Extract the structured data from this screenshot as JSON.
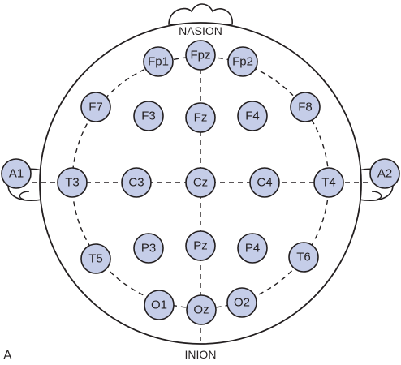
{
  "panel_label": "A",
  "landmarks": {
    "top": "NASION",
    "bottom": "INION"
  },
  "colors": {
    "electrode_fill": "#c5cde8",
    "outline": "#231f20"
  },
  "electrodes": [
    {
      "key": "fp1",
      "label": "Fp1"
    },
    {
      "key": "fpz",
      "label": "Fpz"
    },
    {
      "key": "fp2",
      "label": "Fp2"
    },
    {
      "key": "f7",
      "label": "F7"
    },
    {
      "key": "f3",
      "label": "F3"
    },
    {
      "key": "fz",
      "label": "Fz"
    },
    {
      "key": "f4",
      "label": "F4"
    },
    {
      "key": "f8",
      "label": "F8"
    },
    {
      "key": "a1",
      "label": "A1"
    },
    {
      "key": "t3",
      "label": "T3"
    },
    {
      "key": "c3",
      "label": "C3"
    },
    {
      "key": "cz",
      "label": "Cz"
    },
    {
      "key": "c4",
      "label": "C4"
    },
    {
      "key": "t4",
      "label": "T4"
    },
    {
      "key": "a2",
      "label": "A2"
    },
    {
      "key": "t5",
      "label": "T5"
    },
    {
      "key": "p3",
      "label": "P3"
    },
    {
      "key": "pz",
      "label": "Pz"
    },
    {
      "key": "p4",
      "label": "P4"
    },
    {
      "key": "t6",
      "label": "T6"
    },
    {
      "key": "o1",
      "label": "O1"
    },
    {
      "key": "oz",
      "label": "Oz"
    },
    {
      "key": "o2",
      "label": "O2"
    }
  ]
}
